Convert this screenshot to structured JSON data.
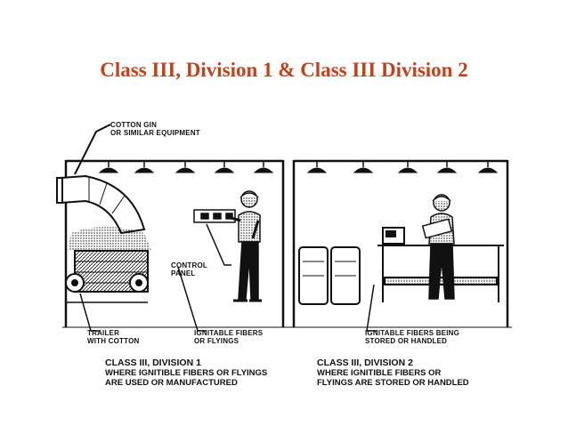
{
  "title": "Class III, Division 1 & Class III Division 2",
  "labels": {
    "cotton_gin_1": "COTTON GIN",
    "cotton_gin_2": "OR SIMILAR EQUIPMENT",
    "control_1": "CONTROL",
    "control_2": "PANEL",
    "trailer_1": "TRAILER",
    "trailer_2": "WITH COTTON",
    "fibers_1": "IGNITABLE FIBERS",
    "fibers_2": "OR FLYINGS",
    "stored_1": "IGNITABLE FIBERS BEING",
    "stored_2": "STORED OR HANDLED"
  },
  "captions": {
    "left_heading": "CLASS III, DIVISION 1",
    "left_line1": "WHERE IGNITIBLE FIBERS OR FLYINGS",
    "left_line2": "ARE USED OR MANUFACTURED",
    "right_heading": "CLASS III, DIVISION 2",
    "right_line1": "WHERE IGNITIBLE FIBERS OR",
    "right_line2": "FLYINGS ARE STORED OR HANDLED"
  },
  "colors": {
    "title": "#c0431f",
    "ink": "#111111"
  }
}
